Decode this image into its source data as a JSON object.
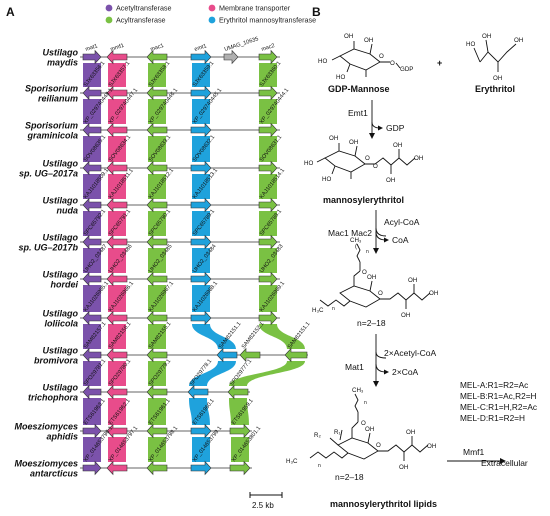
{
  "panels": {
    "a": "A",
    "b": "B"
  },
  "colors": {
    "acetyltransferase": "#7b52ab",
    "transporter": "#e84c8b",
    "acyltransferase": "#7ac143",
    "emt": "#1fa2dc",
    "other": "#b0b0b0",
    "outline": "#333333"
  },
  "legend": [
    {
      "label": "Acetyltransferase",
      "color": "#7b52ab"
    },
    {
      "label": "Membrane transporter",
      "color": "#e84c8b"
    },
    {
      "label": "Acyltransferase",
      "color": "#7ac143"
    },
    {
      "label": "Erythritol mannosyltransferase",
      "color": "#1fa2dc"
    }
  ],
  "species": [
    {
      "line1": "Ustilago",
      "line2": "maydis"
    },
    {
      "line1": "Sporisorium",
      "line2": "reilianum"
    },
    {
      "line1": "Sporisorium",
      "line2": "graminicola"
    },
    {
      "line1": "Ustilago",
      "line2": "sp. UG–2017a"
    },
    {
      "line1": "Ustilago",
      "line2": "nuda"
    },
    {
      "line1": "Ustilago",
      "line2": "sp. UG–2017b"
    },
    {
      "line1": "Ustilago",
      "line2": "hordei"
    },
    {
      "line1": "Ustilago",
      "line2": "loliicola"
    },
    {
      "line1": "Ustilago",
      "line2": "bromivora"
    },
    {
      "line1": "Ustilago",
      "line2": "trichophora"
    },
    {
      "line1": "Moesziomyces",
      "line2": "aphidis"
    },
    {
      "line1": "Moesziomyces",
      "line2": "antarcticus"
    }
  ],
  "genes": [
    [
      "mat1",
      "mmf1",
      "mac1",
      "emt1",
      "UMAG_10635",
      "mac2"
    ],
    [
      "SJX63356.1",
      "SJX63357.1",
      "SJX63358.1",
      "SJX63359.1",
      "SJX63360.1"
    ],
    [
      "XP_029740448.1",
      "XP_029740447.1",
      "XP_029740446.1",
      "XP_029740445.1",
      "XP_029740444.1"
    ],
    [
      "SOV08635.1",
      "SOV08634.1",
      "SOV08633.1",
      "SOV08632.1",
      "SOV08631.1"
    ],
    [
      "KAJ1018509.1",
      "KAJ1018511.1",
      "KAJ1018512.1",
      "KAJ1018513.1",
      "KAJ1018514.1"
    ],
    [
      "SPC65792.1",
      "SPC65791.1",
      "SPC65790.1",
      "SPC65789.1",
      "SPC65788.1"
    ],
    [
      "UHO2_03487",
      "UHO2_03486",
      "UHO2_03485",
      "UHO2_03484",
      "UHO2_03483"
    ],
    [
      "KAJ1026985.1",
      "KAJ1026986.1",
      "KAJ1026987.1",
      "KAJ1026988.1",
      "KAJ1026989.1"
    ],
    [
      "SAM82157.1",
      "SAM82156.1",
      "SAM82155.1",
      "SAM82152.1",
      "SAM82151.1"
    ],
    [
      "SPO29781.1",
      "SPO29780.1",
      "SPO29779.1",
      "SPO29778.1",
      "SPO29777.1"
    ],
    [
      "ETS61963.1",
      "ETS61962.1",
      "ETS61961.1",
      "ETS61960.1",
      "ETS61959.1"
    ],
    [
      "XP_014653796.1",
      "XP_014653797.1",
      "XP_014653798.1",
      "XP_014653799.1",
      "XP_014653801.1"
    ]
  ],
  "scale_bar": "2.5 kb",
  "scheme": {
    "gdp_mannose": "GDP-Mannose",
    "erythritol": "Erythritol",
    "plus": "+",
    "emt1": "Emt1",
    "gdp": "GDP",
    "mannosylerythritol": "mannosylerythritol",
    "acyl_coa": "Acyl-CoA",
    "mac": "Mac1  Mac2",
    "coa": "CoA",
    "n_range": "n=2–18",
    "acetyl_coa": "2×Acetyl-CoA",
    "mat1": "Mat1",
    "two_coa": "2×CoA",
    "mel_a": "MEL-A:R1=R2=Ac",
    "mel_b": "MEL-B:R1=Ac,R2=H",
    "mel_c": "MEL-C:R1=H,R2=Ac",
    "mel_d": "MEL-D:R1=R2=H",
    "mmf1": "Mmf1",
    "extracellular": "Extracellular",
    "mel_lipids": "mannosylerythritol lipids",
    "gdp_label": "GDP",
    "h3c": "H₃C",
    "ch3": "CH₃",
    "r1": "R₁",
    "r2": "R₂",
    "n": "n",
    "o": "O",
    "oh": "OH",
    "ho": "HO"
  }
}
